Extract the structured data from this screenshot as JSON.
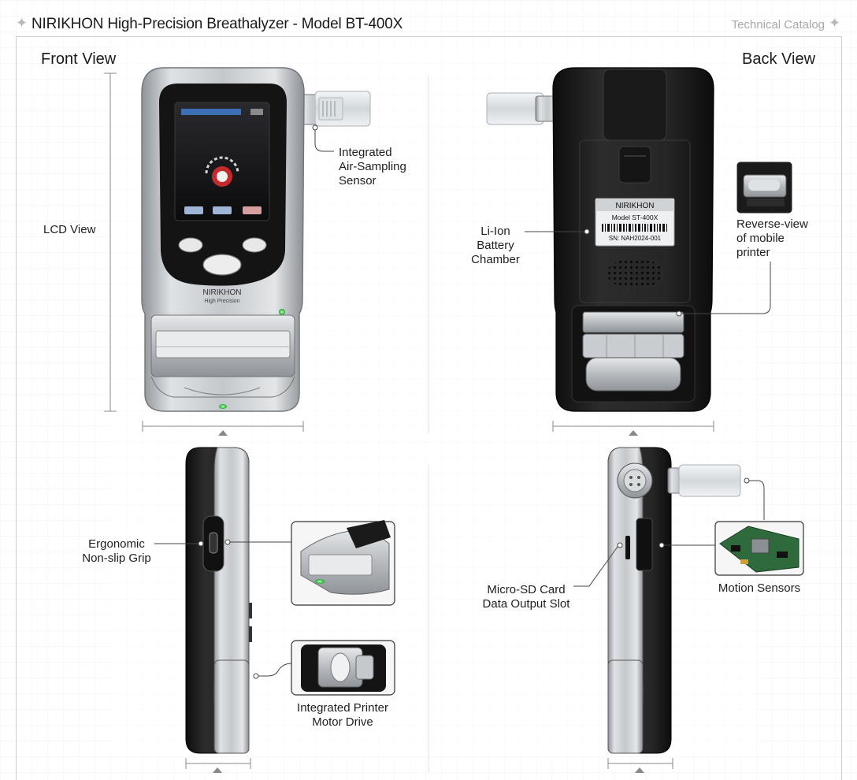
{
  "header": {
    "brand": "NIRIKHON",
    "title_rest": "High-Precision Breathalyzer - Model BT-400X",
    "catalog": "Technical Catalog"
  },
  "views": {
    "front": "Front View",
    "back": "Back View"
  },
  "labels": {
    "lcd_view": "LCD View",
    "air_sensor": [
      "Integrated",
      "Air-Sampling",
      "Sensor"
    ],
    "battery": [
      "Li-Ion",
      "Battery",
      "Chamber"
    ],
    "printer_reverse": [
      "Reverse-view",
      "of mobile",
      "printer"
    ],
    "grip": [
      "Ergonomic",
      "Non-slip Grip"
    ],
    "motor": [
      "Integrated Printer",
      "Motor Drive"
    ],
    "sd_card": [
      "Micro-SD Card",
      "Data Output Slot"
    ],
    "motion": "Motion Sensors"
  },
  "device": {
    "front_brand": "NIRIKHON",
    "front_sub": "High Precision",
    "back_brand": "NIRIKHON",
    "back_model": "Model ST-400X",
    "back_serial": "SN: NAH2024-001"
  },
  "colors": {
    "line": "#555555",
    "dim": "#8a8a8a",
    "body_black": "#1f1f1f",
    "silver": "#c9cdd1",
    "led_green": "#38d24a"
  }
}
